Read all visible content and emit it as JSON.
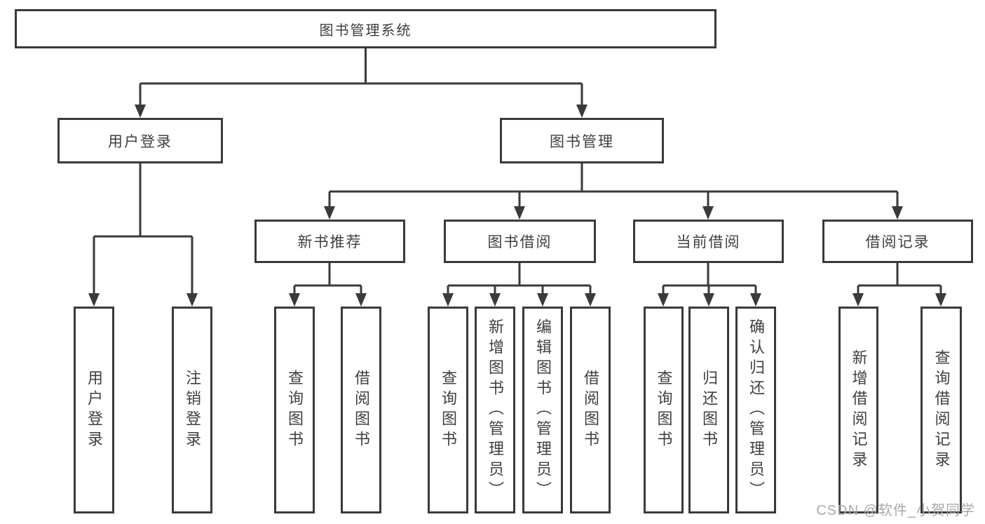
{
  "diagram": {
    "type": "tree",
    "colors": {
      "line": "#3a3a3a",
      "box_border": "#3a3a3a",
      "text": "#3f3f3f",
      "watermark": "#a8a8a8",
      "background": "#ffffff"
    },
    "tree": {
      "label": "图书管理系统",
      "children": [
        {
          "label": "用户登录",
          "children": [
            {
              "label": "用户登录"
            },
            {
              "label": "注销登录"
            }
          ]
        },
        {
          "label": "图书管理",
          "children": [
            {
              "label": "新书推荐",
              "children": [
                {
                  "label": "查询图书"
                },
                {
                  "label": "借阅图书"
                }
              ]
            },
            {
              "label": "图书借阅",
              "children": [
                {
                  "label": "查询图书"
                },
                {
                  "label": "新增图书（管理员）"
                },
                {
                  "label": "编辑图书（管理员）"
                },
                {
                  "label": "借阅图书"
                }
              ]
            },
            {
              "label": "当前借阅",
              "children": [
                {
                  "label": "查询图书"
                },
                {
                  "label": "归还图书"
                },
                {
                  "label": "确认归还（管理员）"
                }
              ]
            },
            {
              "label": "借阅记录",
              "children": [
                {
                  "label": "新增借阅记录"
                },
                {
                  "label": "查询借阅记录"
                }
              ]
            }
          ]
        }
      ]
    },
    "watermark": {
      "text": "CSDN @软件_小贺同学"
    }
  }
}
